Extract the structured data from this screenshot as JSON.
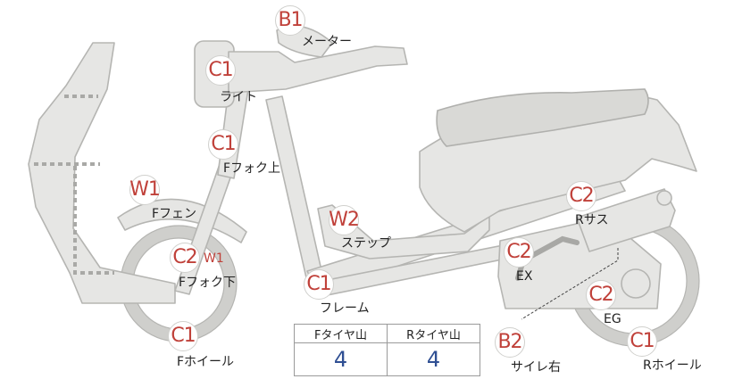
{
  "parts": [
    {
      "key": "meter",
      "grade": "B1",
      "label": "メーター"
    },
    {
      "key": "light",
      "grade": "C1",
      "label": "ライト"
    },
    {
      "key": "f_fork_upper",
      "grade": "C1",
      "label": "Fフォク上"
    },
    {
      "key": "f_fender",
      "grade": "W1",
      "label": "Fフェン"
    },
    {
      "key": "f_fork_lower",
      "grade": "C2",
      "grade2": "W1",
      "label": "Fフォク下"
    },
    {
      "key": "f_wheel",
      "grade": "C1",
      "label": "Fホイール"
    },
    {
      "key": "step",
      "grade": "W2",
      "label": "ステップ"
    },
    {
      "key": "frame",
      "grade": "C1",
      "label": "フレーム"
    },
    {
      "key": "r_sus",
      "grade": "C2",
      "label": "Rサス"
    },
    {
      "key": "ex",
      "grade": "C2",
      "label": "EX"
    },
    {
      "key": "eg",
      "grade": "C2",
      "label": "EG"
    },
    {
      "key": "muffler_right",
      "grade": "B2",
      "label": "サイレ右"
    },
    {
      "key": "r_wheel",
      "grade": "C1",
      "label": "Rホイール"
    }
  ],
  "tire_tread": {
    "headers": [
      "Fタイヤ山",
      "Rタイヤ山"
    ],
    "values": [
      "4",
      "4"
    ]
  },
  "colors": {
    "grade_text": "#c0413a",
    "tread_value": "#2f4f93",
    "part_fill": "#e6e6e4",
    "part_stroke": "#b5b5b2"
  }
}
